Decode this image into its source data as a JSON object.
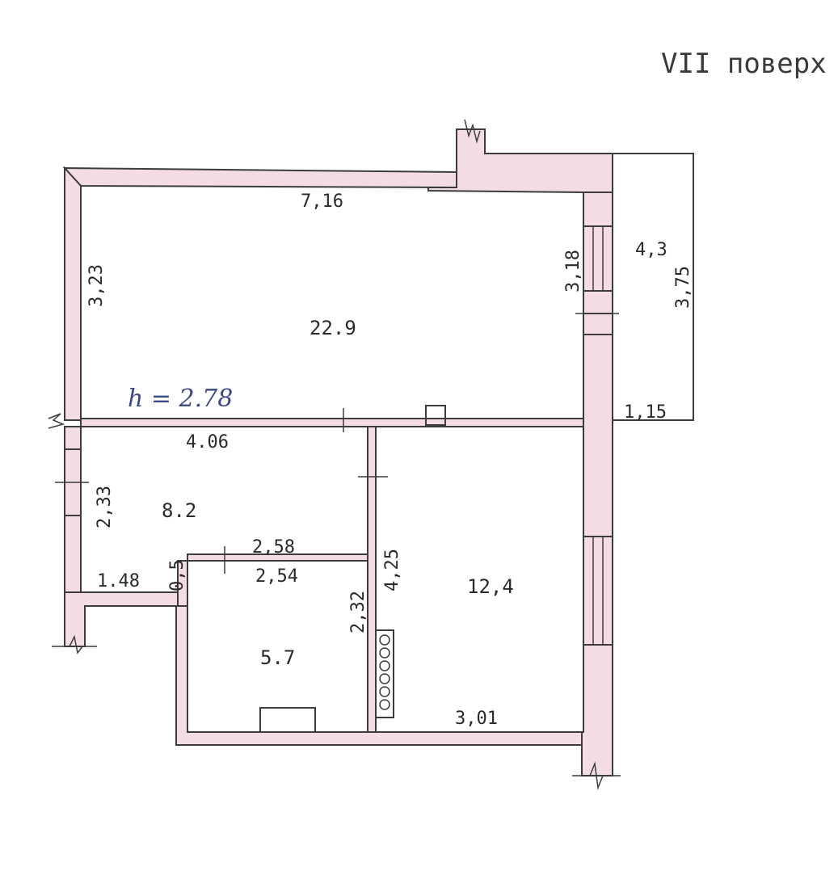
{
  "title": "VII поверх",
  "ceiling_note": "h = 2.78",
  "rooms": {
    "living": {
      "area": "22.9",
      "width": "7,16",
      "height": "3,23",
      "right_height": "3,18"
    },
    "room2": {
      "area": "8.2",
      "width": "4.06",
      "height": "2,33",
      "bottom": "1.48",
      "step": "0,5"
    },
    "bath": {
      "area": "5.7",
      "top_outer": "2,58",
      "top_inner": "2,54",
      "height": "2,32"
    },
    "kitchen": {
      "area": "12,4",
      "height": "4,25",
      "bottom": "3,01"
    },
    "balcony": {
      "length": "4,3",
      "height": "3,75",
      "width": "1,15"
    }
  },
  "colors": {
    "wall_fill": "#f3dde2",
    "ink": "#3c3c3c",
    "hand_ink": "#3b4a86"
  }
}
